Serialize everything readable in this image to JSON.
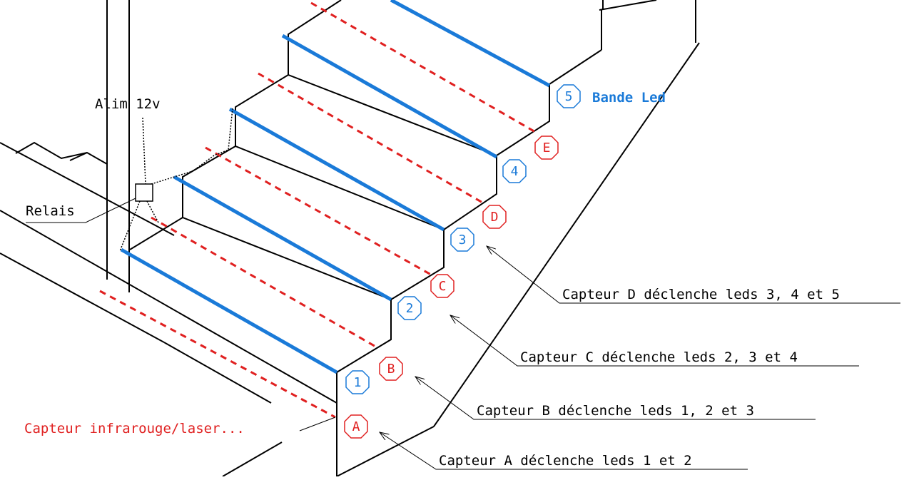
{
  "colors": {
    "line": "#000000",
    "led": "#1a7ad8",
    "sensor": "#e02020",
    "background": "#ffffff"
  },
  "labels": {
    "power": "Alim 12v",
    "relay": "Relais",
    "led_strip": "Bande Led",
    "sensor_type": "Capteur infrarouge/laser..."
  },
  "led_markers": [
    "1",
    "2",
    "3",
    "4",
    "5"
  ],
  "sensor_markers": [
    "A",
    "B",
    "C",
    "D",
    "E"
  ],
  "callouts": [
    "Capteur A déclenche leds 1 et 2",
    "Capteur B déclenche leds 1, 2 et 3",
    "Capteur C déclenche leds 2, 3 et 4",
    "Capteur D déclenche leds 3, 4 et 5"
  ]
}
